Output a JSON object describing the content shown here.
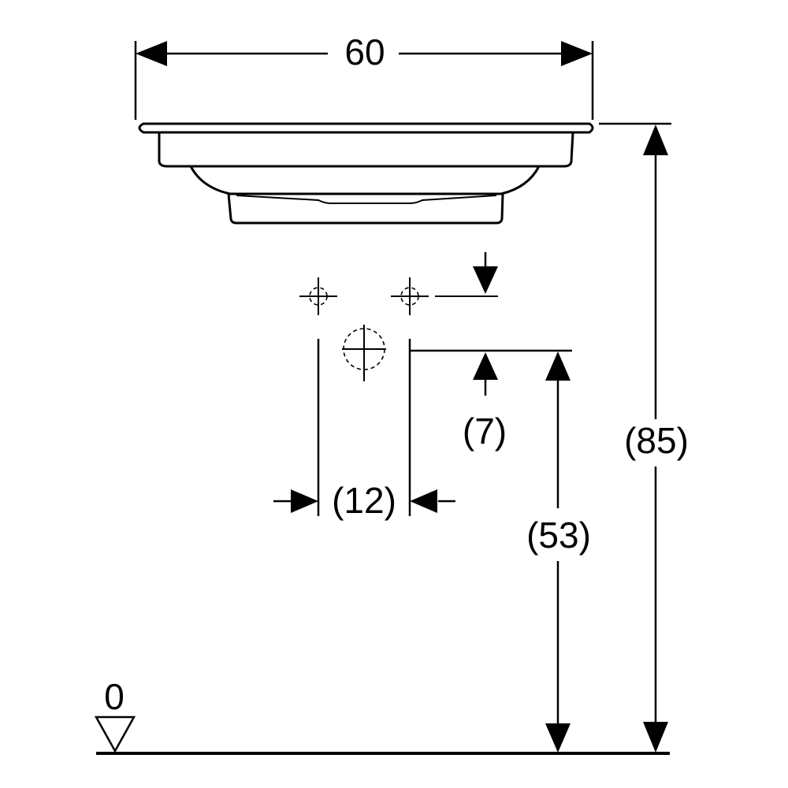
{
  "dimensions": {
    "width": "60",
    "height_total": "(85)",
    "outlet_height": "(53)",
    "tap_offset": "(7)",
    "tap_spacing": "(12)"
  },
  "reference": {
    "floor_level": "0"
  }
}
